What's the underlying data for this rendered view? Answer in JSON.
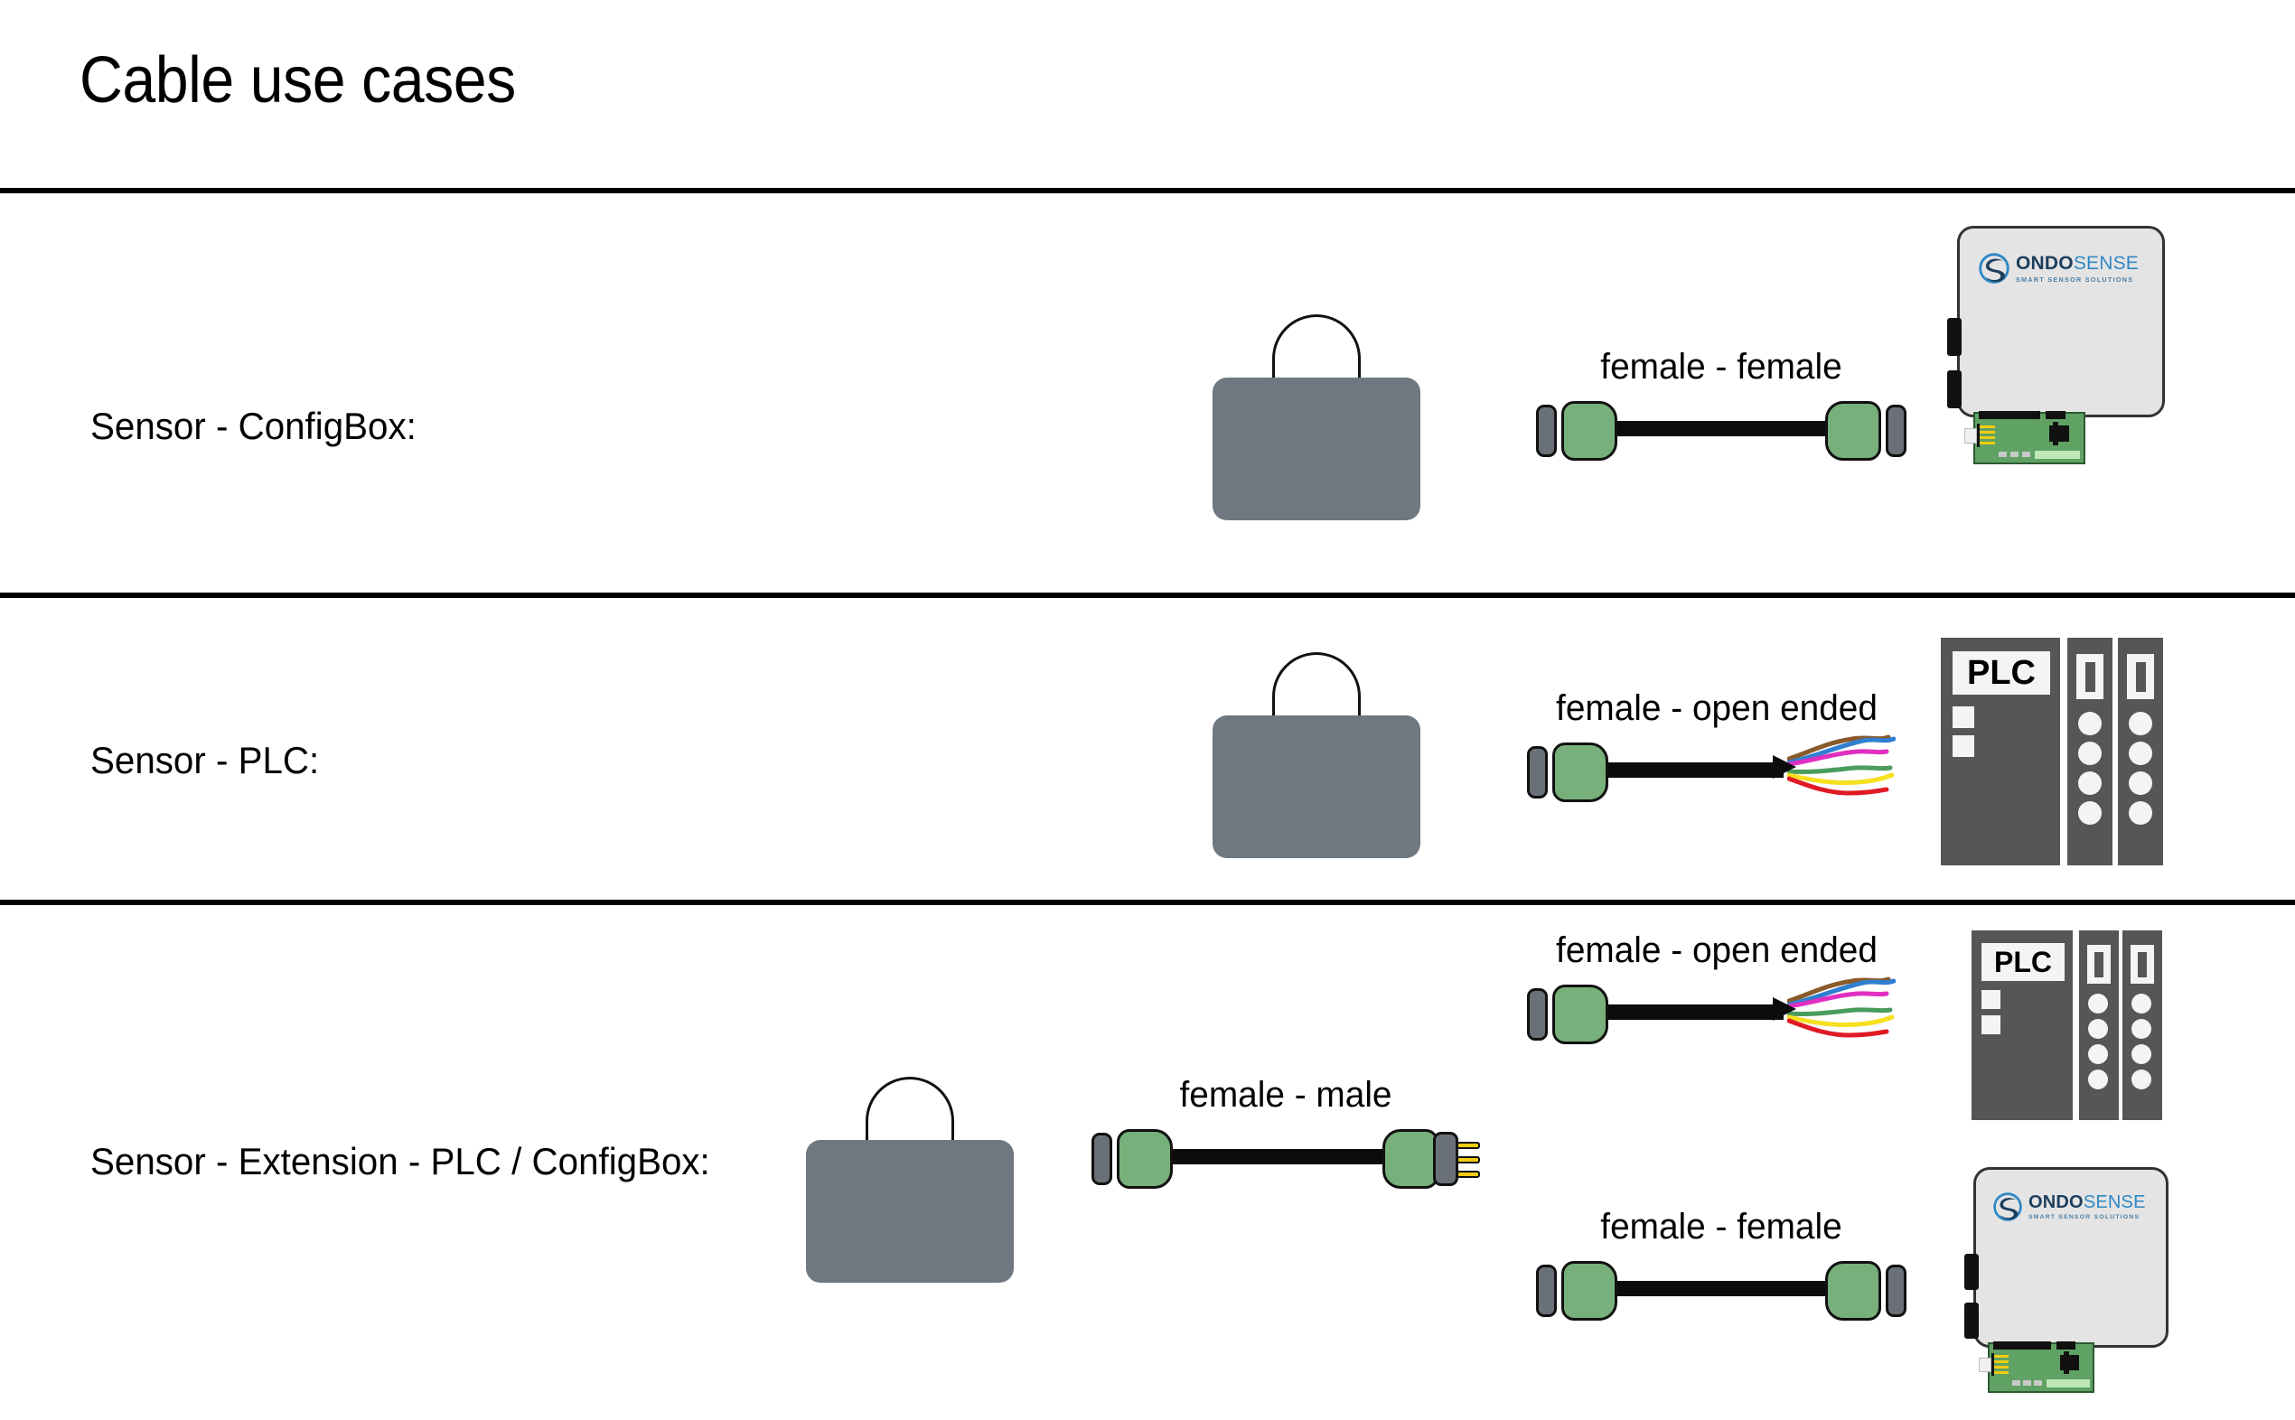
{
  "slide": {
    "title": "Cable use cases",
    "background_color": "#ffffff",
    "divider_color": "#000000"
  },
  "palette": {
    "connector_green": "#77b07a",
    "connector_grey": "#6a7078",
    "cable_black": "#0c0c0c",
    "sensor_grey": "#6f7780",
    "plc_grey": "#565656",
    "configbox_grey": "#e4e4e4",
    "pcb_green": "#5fa264",
    "pin_gold": "#f2cc10",
    "logo_dark": "#1d3f5e",
    "logo_blue": "#2f88c4"
  },
  "rows": [
    {
      "label": "Sensor - ConfigBox:",
      "sensor_name": "sensor",
      "cables": [
        {
          "label": "female - female",
          "left_end": "female",
          "right_end": "female"
        }
      ],
      "devices": [
        {
          "type": "configbox",
          "logo_word_1": "ONDO",
          "logo_word_2": "SENSE",
          "tagline": "SMART SENSOR SOLUTIONS"
        }
      ]
    },
    {
      "label": "Sensor - PLC:",
      "sensor_name": "sensor",
      "cables": [
        {
          "label": "female - open ended",
          "left_end": "female",
          "right_end": "open-ended"
        }
      ],
      "devices": [
        {
          "type": "plc",
          "tag": "PLC",
          "module_count": 3,
          "dots_per_module": 4
        }
      ]
    },
    {
      "label": "Sensor - Extension - PLC / ConfigBox:",
      "sensor_name": "sensor",
      "cables": [
        {
          "label": "female - male",
          "left_end": "female",
          "right_end": "male"
        },
        {
          "label": "female - open ended",
          "left_end": "female",
          "right_end": "open-ended"
        },
        {
          "label": "female - female",
          "left_end": "female",
          "right_end": "female"
        }
      ],
      "devices": [
        {
          "type": "plc",
          "tag": "PLC",
          "module_count": 3,
          "dots_per_module": 4
        },
        {
          "type": "configbox",
          "logo_word_1": "ONDO",
          "logo_word_2": "SENSE",
          "tagline": "SMART SENSOR SOLUTIONS"
        }
      ]
    }
  ],
  "open_ended_wire_colors": [
    "#8a5a2b",
    "#2f7fd1",
    "#e02fc0",
    "#ffffff",
    "#4a9c5e",
    "#f6e020",
    "#e01b24"
  ]
}
